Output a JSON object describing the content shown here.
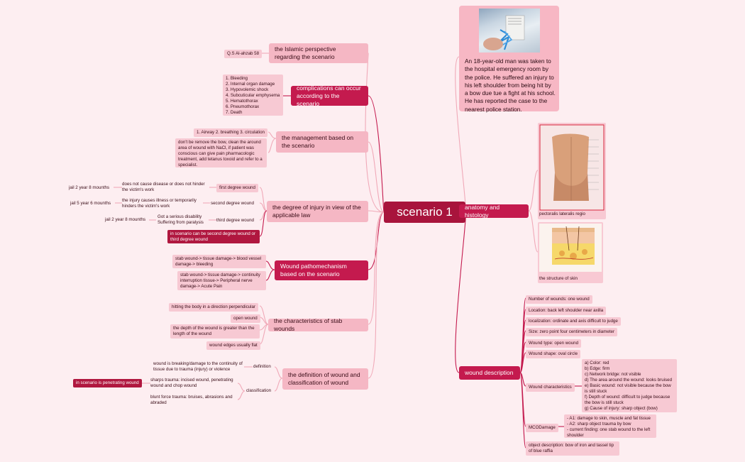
{
  "center": "scenario 1",
  "case": {
    "text": "An 18-year-old man was taken to the hospital emergency room by the police. He suffered an injury to his left shoulder from being hit by a bow due tue a fight at his school. He has reported the case to the nearest police station."
  },
  "islamic": {
    "title": "the Islamic perspective regarding the scenario",
    "ref": "Q.S Al-ahzab 58"
  },
  "complications": {
    "title": "complications can occur according to the scenario",
    "items": [
      "1. Bleeding",
      "2. Internal organ damage",
      "3. Hypovolemic shock",
      "4. Subcuticular emphysema",
      "5. Hematothorax",
      "6. Pneumothorax",
      "7. Death"
    ]
  },
  "management": {
    "title": "the management based on the scenario",
    "abc": "1. Airway 2. breathing 3. circulation",
    "detail": "don't be remove the bow, clean the around area of wound with NaCl, if patient was conscious can give pain pharmacologic treatment, add tetanus toxoid and refer to a specialist."
  },
  "degree": {
    "title": "the degree of injury in view of the applicable law",
    "first": {
      "label": "first degree wound",
      "desc": "does not cause disease or does not hinder the victim's work",
      "penalty": "jail 2 year 8 mounths"
    },
    "second": {
      "label": "second degree wound",
      "desc": "the injury causes illness or temporarily hinders the victim's work",
      "penalty": "jail 5 year 6 mounths"
    },
    "third": {
      "label": "third degree wound",
      "desc": "Got a serious disability Suffering from paralysis",
      "penalty": "jail 2 year 8 mounths"
    },
    "note": "in scenario can be second degree wound or third degree wound"
  },
  "mechanism": {
    "title": "Wound pathomechanism based on the scenario",
    "items": [
      "stab wound-> tissue damage-> blood vessel damage-> bleeding",
      "stab wound-> tissue damage-> continuity interruption tissue-> Peripheral nerve damage-> Acute Pain"
    ]
  },
  "stab": {
    "title": "the characteristics of stab wounds",
    "items": [
      "hitting the body in a direction perpendicular",
      "open wound",
      "the depth of the wound is greater than the length of the wound",
      "wound edges usually flat"
    ]
  },
  "definition": {
    "title": "the definition of wound and classification of wound",
    "def_label": "definition",
    "def_text": "wound is breaking/damage to the continuity of tissue due to trauma (injury) or violence",
    "class_label": "classification",
    "sharp": "sharps trauma: incised wound, penetrating wound and chop wound",
    "blunt": "blunt force trauma: bruises, abrasions and abraded",
    "scenario_note": "in scenario is penetrating wound"
  },
  "anatomy": {
    "title": "anatomy and histology",
    "img1": "pectoralis lateralis regio",
    "img2": "the structure of skin"
  },
  "wound": {
    "title": "wound description",
    "items": [
      "Number of wounds: one wound",
      "Location: back left shoulder near axilla",
      "localization: ordinate and axis difficult to judge",
      "Size: zero point four centimeters in diameter",
      "Wound type: open wound",
      "Wound shape: oval circle"
    ],
    "char_label": "Wound characteristics",
    "char_text": "a) Color: red\nb) Edge: firm\nc) Network bridge: not visible\nd) The area around the wound: looks bruised\ne) Basic wound: not visible because the bow is still stuck\nf) Depth of wound: difficult to judge because the bow is still stuck\ng) Cause of injury: sharp object (bow)",
    "mco_label": "MCODamage",
    "mco_text": "- A1: damage to skin, muscle and fat tissue\n- A2: sharp object trauma by bow\n- current finding: one stab wound to the left shoulder",
    "object": "object description: bow of iron and tassel tip of blue raffia"
  },
  "colors": {
    "primary": "#a8143c",
    "branch": "#c41a4e",
    "light": "#f5b7c4",
    "line": "#e09aaa"
  }
}
